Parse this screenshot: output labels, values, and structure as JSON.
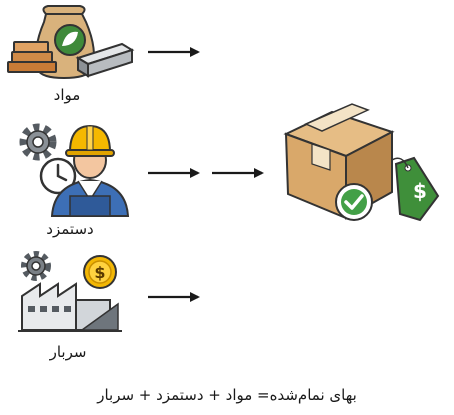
{
  "inputs": [
    {
      "label": "مواد",
      "icon": "materials-icon"
    },
    {
      "label": "دستمزد",
      "icon": "worker-icon"
    },
    {
      "label": "سربار",
      "icon": "factory-overhead-icon"
    }
  ],
  "output": {
    "icon": "priced-product-box-icon"
  },
  "formula": "بهای نمام‌شده= مواد + دستمزد + سربار",
  "colors": {
    "arrow": "#1a1a1a",
    "box": "#d9a86a",
    "tag": "#3f8f3a",
    "check": "#43a047",
    "helmet": "#f5b800",
    "coin": "#f2b705",
    "factory": "#9aa3ab",
    "gear": "#555b61"
  }
}
